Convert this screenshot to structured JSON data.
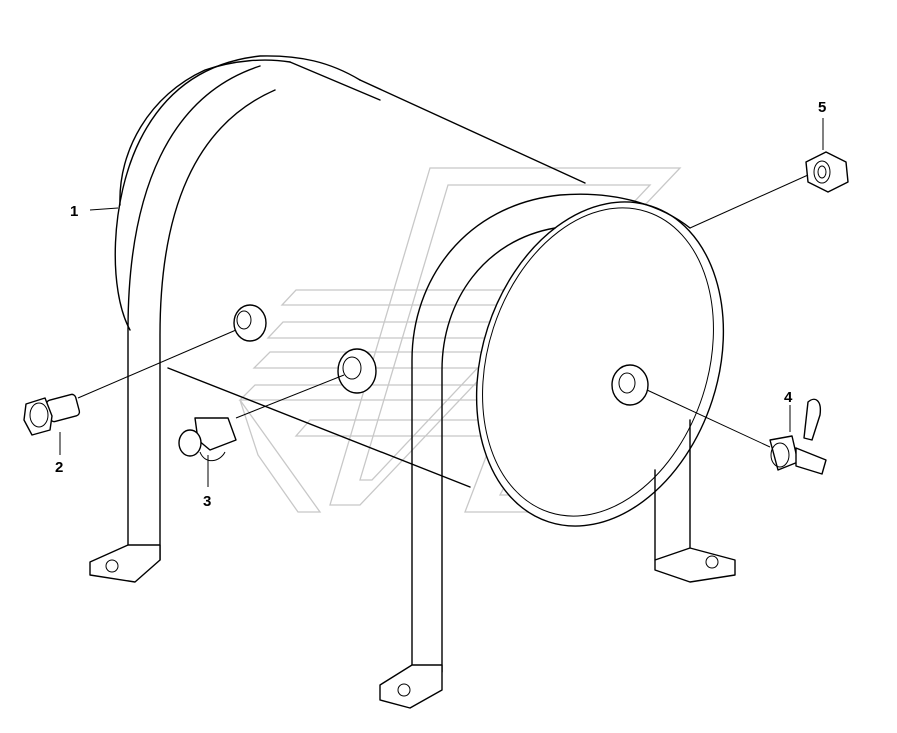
{
  "diagram": {
    "callouts": [
      {
        "id": "1",
        "label": "1",
        "part": "air-tank"
      },
      {
        "id": "2",
        "label": "2",
        "part": "plug"
      },
      {
        "id": "3",
        "label": "3",
        "part": "valve-fitting"
      },
      {
        "id": "4",
        "label": "4",
        "part": "drain-valve"
      },
      {
        "id": "5",
        "label": "5",
        "part": "fitting"
      }
    ],
    "colors": {
      "line": "#000000",
      "background": "#ffffff",
      "watermark": "#c8c8c8"
    }
  }
}
